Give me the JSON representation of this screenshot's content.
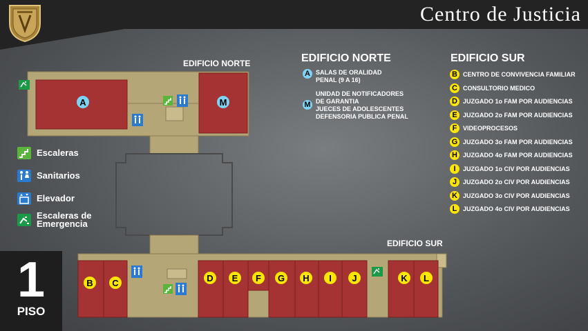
{
  "header": {
    "title": "Centro de Justicia"
  },
  "colors": {
    "room": "#a63333",
    "corridor": "#b5a677",
    "yellow_marker": "#ffe600",
    "blue_marker": "#7dd3f5",
    "stairs": "#5bb53d",
    "emergency": "#1a9a47",
    "restroom": "#2a7bd0"
  },
  "map": {
    "building_labels": {
      "north": "EDIFICIO NORTE",
      "south": "EDIFICIO SUR"
    },
    "room_markers": {
      "A": "A",
      "M": "M",
      "B": "B",
      "C": "C",
      "D": "D",
      "E": "E",
      "F": "F",
      "G": "G",
      "H": "H",
      "I": "I",
      "J": "J",
      "K": "K",
      "L": "L"
    }
  },
  "legend": {
    "items": [
      {
        "icon": "stairs-icon",
        "label": "Escaleras"
      },
      {
        "icon": "restroom-icon",
        "label": "Sanitarios"
      },
      {
        "icon": "elevator-icon",
        "label": "Elevador"
      },
      {
        "icon": "emergency-exit-icon",
        "label": "Escaleras de Emergencia"
      }
    ]
  },
  "north_directory": {
    "title": "EDIFICIO NORTE",
    "entries": [
      {
        "letter": "A",
        "lines": [
          "SALAS DE ORALIDAD",
          "PENAL (9 A 16)"
        ]
      },
      {
        "letter": "M",
        "lines": [
          "UNIDAD DE NOTIFICADORES",
          "DE GARANTIA",
          "JUECES DE ADOLESCENTES",
          "DEFENSORIA PUBLICA PENAL"
        ]
      }
    ]
  },
  "south_directory": {
    "title": "EDIFICIO SUR",
    "entries": [
      {
        "letter": "B",
        "text": "CENTRO DE CONVIVENCIA FAMILIAR"
      },
      {
        "letter": "C",
        "text": "CONSULTORIO MEDICO"
      },
      {
        "letter": "D",
        "text": "JUZGADO 1o FAM POR AUDIENCIAS"
      },
      {
        "letter": "E",
        "text": "JUZGADO 2o FAM POR AUDIENCIAS"
      },
      {
        "letter": "F",
        "text": "VIDEOPROCESOS"
      },
      {
        "letter": "G",
        "text": "JUZGADO 3o FAM POR AUDIENCIAS"
      },
      {
        "letter": "H",
        "text": "JUZGADO 4o FAM POR AUDIENCIAS"
      },
      {
        "letter": "I",
        "text": "JUZGADO 1o CIV POR AUDIENCIAS"
      },
      {
        "letter": "J",
        "text": "JUZGADO 2o CIV POR AUDIENCIAS"
      },
      {
        "letter": "K",
        "text": "JUZGADO 3o CIV POR AUDIENCIAS"
      },
      {
        "letter": "L",
        "text": "JUZGADO 4o CIV POR AUDIENCIAS"
      }
    ]
  },
  "floor": {
    "number": "1",
    "word": "PISO"
  }
}
